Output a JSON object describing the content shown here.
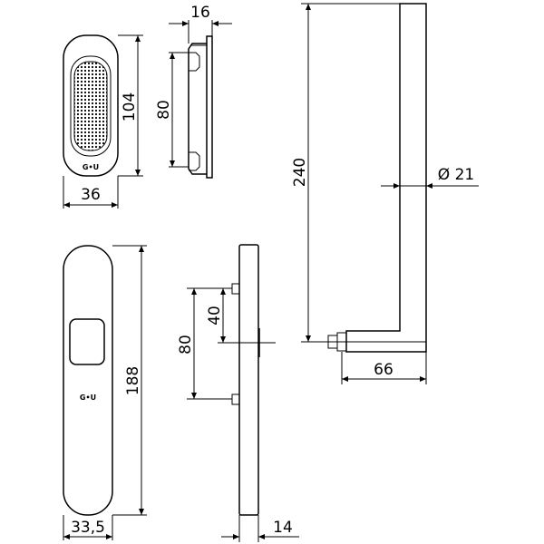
{
  "dimensions": {
    "recess_width": "16",
    "recess_height": "104",
    "recess_grip_height": "80",
    "recess_plate_width": "36",
    "plate_height": "188",
    "plate_width": "33,5",
    "plate_depth": "14",
    "spindle_offset": "40",
    "screw_spacing": "80",
    "handle_length": "240",
    "handle_diameter": "Ø 21",
    "handle_projection": "66"
  },
  "logo": {
    "brand": "G•U"
  }
}
